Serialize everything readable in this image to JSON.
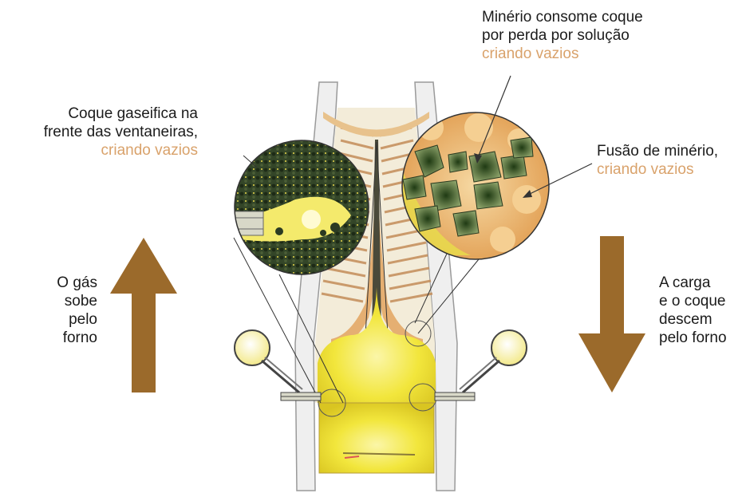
{
  "labels": {
    "top": {
      "line1": "Minério consome coque",
      "line2": "por perda por solução",
      "accent": "criando vazios"
    },
    "left": {
      "line1": "Coque gaseifica na",
      "line2": "frente das ventaneiras,",
      "accent": "criando vazios"
    },
    "right": {
      "line1": "Fusão de minério,",
      "accent": "criando vazios"
    },
    "gas": [
      "O gás",
      "sobe",
      "pelo",
      "forno"
    ],
    "load": [
      "A carga",
      "e o coque",
      "descem",
      "pelo forno"
    ]
  },
  "colors": {
    "arrow": "#9b6a2b",
    "accent_text": "#d9a26b",
    "molten": "#f1e43a",
    "coke": "#2c3a26",
    "ore": "#e6a75a",
    "wall": "#ececec"
  },
  "icons": [
    "up-arrow-icon",
    "down-arrow-icon",
    "tuyere-icon"
  ]
}
